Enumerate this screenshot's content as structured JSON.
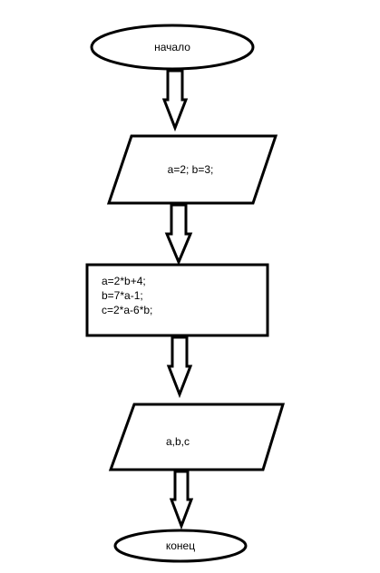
{
  "diagram": {
    "start": {
      "label": "начало"
    },
    "input": {
      "label": "a=2; b=3;"
    },
    "process": {
      "lines": [
        "a=2*b+4;",
        "b=7*a-1;",
        "c=2*a-6*b;"
      ]
    },
    "output": {
      "label": "a,b,c"
    },
    "end": {
      "label": "конец"
    }
  }
}
